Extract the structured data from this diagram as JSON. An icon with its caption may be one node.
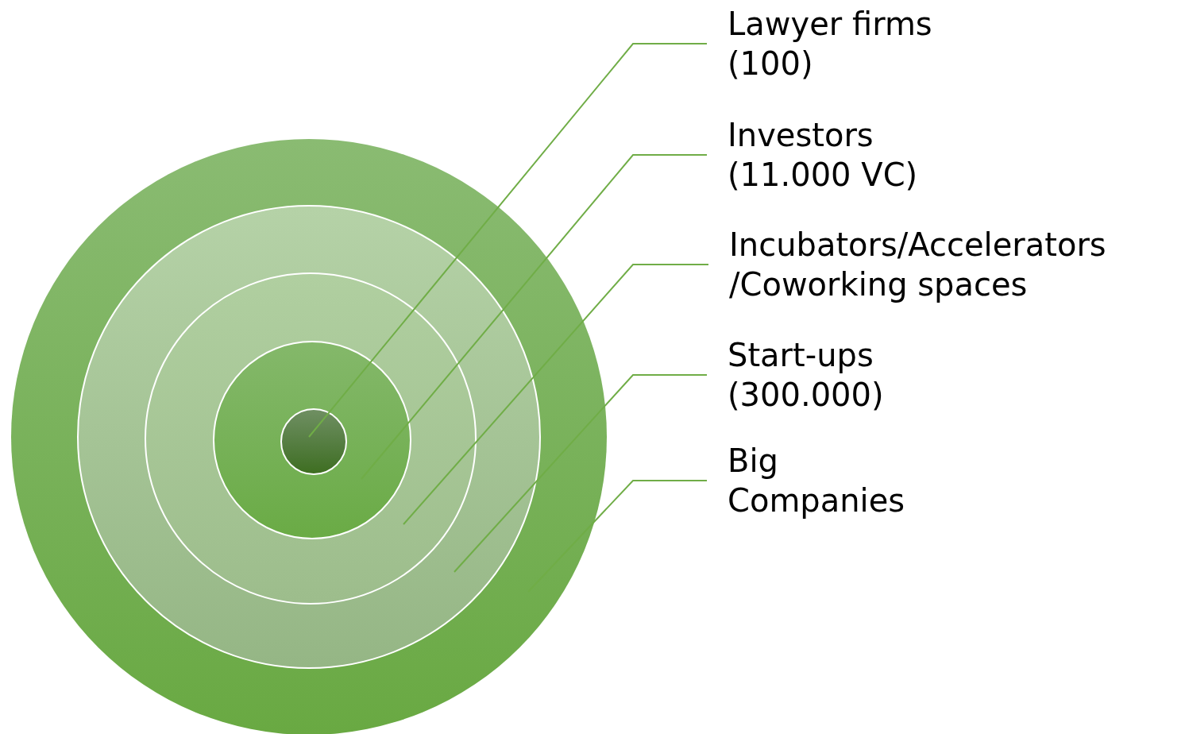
{
  "diagram": {
    "nodes": [
      {
        "text": [
          "Lawyer firms (100)"
        ]
      },
      {
        "text": [
          "Investors (11.000 VC)"
        ]
      },
      {
        "text": [
          "Incubators/Accelerators /Coworking spaces"
        ]
      },
      {
        "text": [
          "Start-ups (300.000)"
        ]
      },
      {
        "text": [
          "Big Companies"
        ]
      },
      {
        "text": [],
        "shape": "circle"
      },
      {
        "text": [],
        "shape": "circle",
        "in": 5
      },
      {
        "text": [],
        "shape": "circle",
        "in": 6
      },
      {
        "text": [],
        "shape": "circle",
        "in": 7
      },
      {
        "text": [],
        "shape": "circle",
        "in": 8
      }
    ],
    "edges": [
      {
        "from": 0,
        "to": 9,
        "arrow": "none"
      },
      {
        "from": 1,
        "to": 8,
        "arrow": "none"
      },
      {
        "from": 2,
        "to": 7,
        "arrow": "none"
      },
      {
        "from": 3,
        "to": 6,
        "arrow": "none"
      },
      {
        "from": 4,
        "to": 5,
        "arrow": "none"
      }
    ]
  }
}
